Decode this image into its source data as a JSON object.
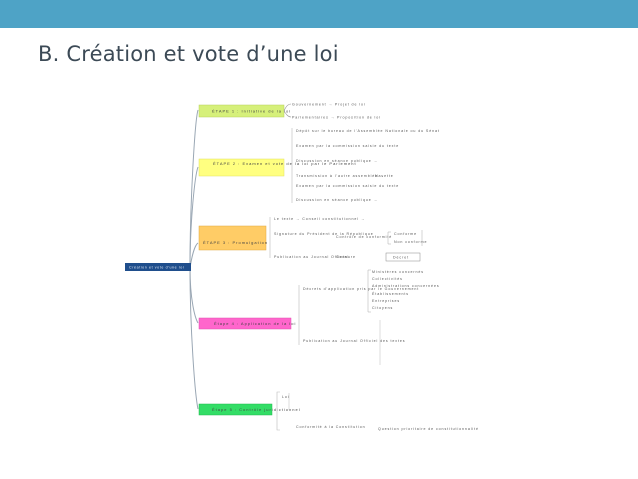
{
  "slide": {
    "title": "B. Création et vote d’une loi",
    "accent_color": "#4ea3c6",
    "title_color": "#3c4a56"
  },
  "mindmap": {
    "root": "Création et vote d'une loi",
    "branches": [
      {
        "label": "ÉTAPE 1 : Initiative de la loi",
        "color": "#d6f07a",
        "items": [
          "Gouvernement → Projet de loi",
          "Parlementaires → Proposition de loi"
        ]
      },
      {
        "label": "ÉTAPE 2 : Examen et vote de la loi par le Parlement",
        "color": "#ffff80",
        "items": [
          "Dépôt sur le bureau de l'Assemblée Nationale ou du Sénat",
          "Examen par la commission saisie du texte",
          "Discussion en séance publique →",
          "Transmission à l'autre assemblée →",
          "Examen par la commission saisie du texte",
          "Discussion en séance publique →"
        ],
        "side_note": "Navette"
      },
      {
        "label": "ÉTAPE 3 : Promulgation",
        "color": "#ffcc66",
        "items": [
          "Le texte → Conseil constitutionnel →",
          "Signature du Président de la République",
          "Publication au Journal Officiel"
        ],
        "sub_items": [
          "Contrôle de conformité",
          "Conforme",
          "Non conforme",
          "Censure",
          "Décret"
        ]
      },
      {
        "label": "Étape 4 : Application de la loi",
        "color": "#ff66cc",
        "items": [
          "Décrets d'application pris par le Gouvernement",
          "Publication au Journal Officiel des textes"
        ],
        "sub_items": [
          "Ministères concernés",
          "Collectivités",
          "Administrations concernées",
          "Établissements",
          "Entreprises",
          "Citoyens"
        ]
      },
      {
        "label": "Étape 5 : Contrôle juridictionnel",
        "color": "#33dd66",
        "items": [
          "Loi",
          "Conformité à la Constitution"
        ],
        "side_note": "Question prioritaire de constitutionnalité"
      }
    ]
  }
}
